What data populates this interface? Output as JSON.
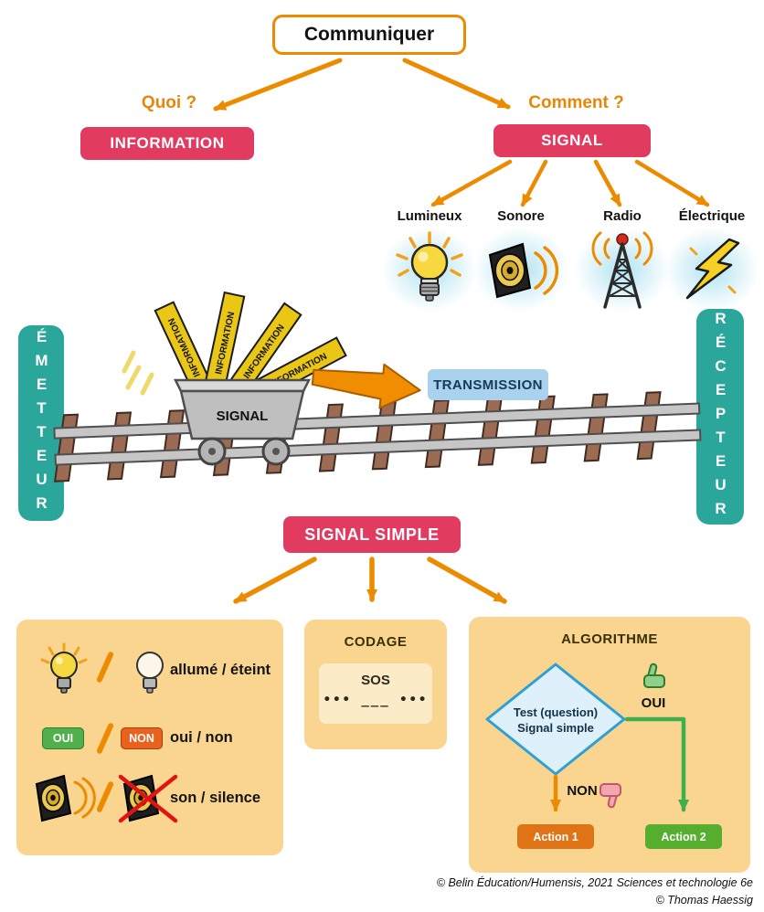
{
  "title": "Communiquer",
  "branches": {
    "left": {
      "question": "Quoi ?",
      "label": "INFORMATION"
    },
    "right": {
      "question": "Comment ?",
      "label": "SIGNAL"
    }
  },
  "signal_types": [
    {
      "label": "Lumineux",
      "icon": "light-bulb-icon"
    },
    {
      "label": "Sonore",
      "icon": "speaker-icon"
    },
    {
      "label": "Radio",
      "icon": "radio-tower-icon"
    },
    {
      "label": "Électrique",
      "icon": "lightning-icon"
    }
  ],
  "scene": {
    "emitter": "ÉMETTEUR",
    "receiver": "RÉCEPTEUR",
    "cart_label": "SIGNAL",
    "cargo_label": "INFORMATION",
    "transmission": "TRANSMISSION"
  },
  "signal_simple": "SIGNAL SIMPLE",
  "panels": {
    "examples": {
      "rows": [
        {
          "text": "allumé / éteint",
          "left_icon": "lit-bulb-icon",
          "right_icon": "unlit-bulb-icon"
        },
        {
          "text": "oui / non",
          "left_label": "OUI",
          "right_label": "NON"
        },
        {
          "text": "son / silence",
          "left_icon": "speaker-icon",
          "right_icon": "muted-speaker-icon"
        }
      ]
    },
    "codage": {
      "title": "CODAGE",
      "word": "SOS",
      "morse": "••• ___ •••"
    },
    "algorithme": {
      "title": "ALGORITHME",
      "test_line1": "Test (question)",
      "test_line2": "Signal simple",
      "yes_label": "OUI",
      "no_label": "NON",
      "action1": "Action 1",
      "action2": "Action 2"
    }
  },
  "footer": {
    "credit1": "© Belin Éducation/Humensis, 2021 Sciences et technologie 6e",
    "credit2": "© Thomas Haessig"
  },
  "colors": {
    "accent_orange": "#ED8B00",
    "badge_red": "#E23B60",
    "badge_teal": "#2BA69B",
    "transmission_blue": "#A9D2EE",
    "panel_tan": "#F9D590",
    "yes_green": "#3FAF4E",
    "oui_green": "#51B04B",
    "non_orange": "#E8611D",
    "action1_orange": "#DF7417",
    "action2_green": "#55AE2E"
  }
}
